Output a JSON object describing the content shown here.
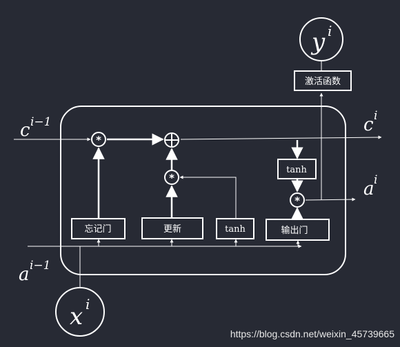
{
  "colors": {
    "background": "#272a34",
    "stroke": "#ffffff",
    "box_fill": "#272a34"
  },
  "inputs": {
    "c_prev_base": "c",
    "c_prev_sup": "i−1",
    "a_prev_base": "a",
    "a_prev_sup": "i−1",
    "x_base": "x",
    "x_sup": "i"
  },
  "outputs": {
    "c_next_base": "c",
    "c_next_sup": "i",
    "a_next_base": "a",
    "a_next_sup": "i",
    "y_base": "y",
    "y_sup": "i"
  },
  "gates": {
    "forget": "忘记门",
    "update": "更新",
    "tanh_input": "tanh",
    "output": "输出门",
    "tanh_output": "tanh",
    "activation": "激活函数"
  },
  "operators": {
    "multiply": "*",
    "add": "+"
  },
  "watermark": "https://blog.csdn.net/weixin_45739665"
}
